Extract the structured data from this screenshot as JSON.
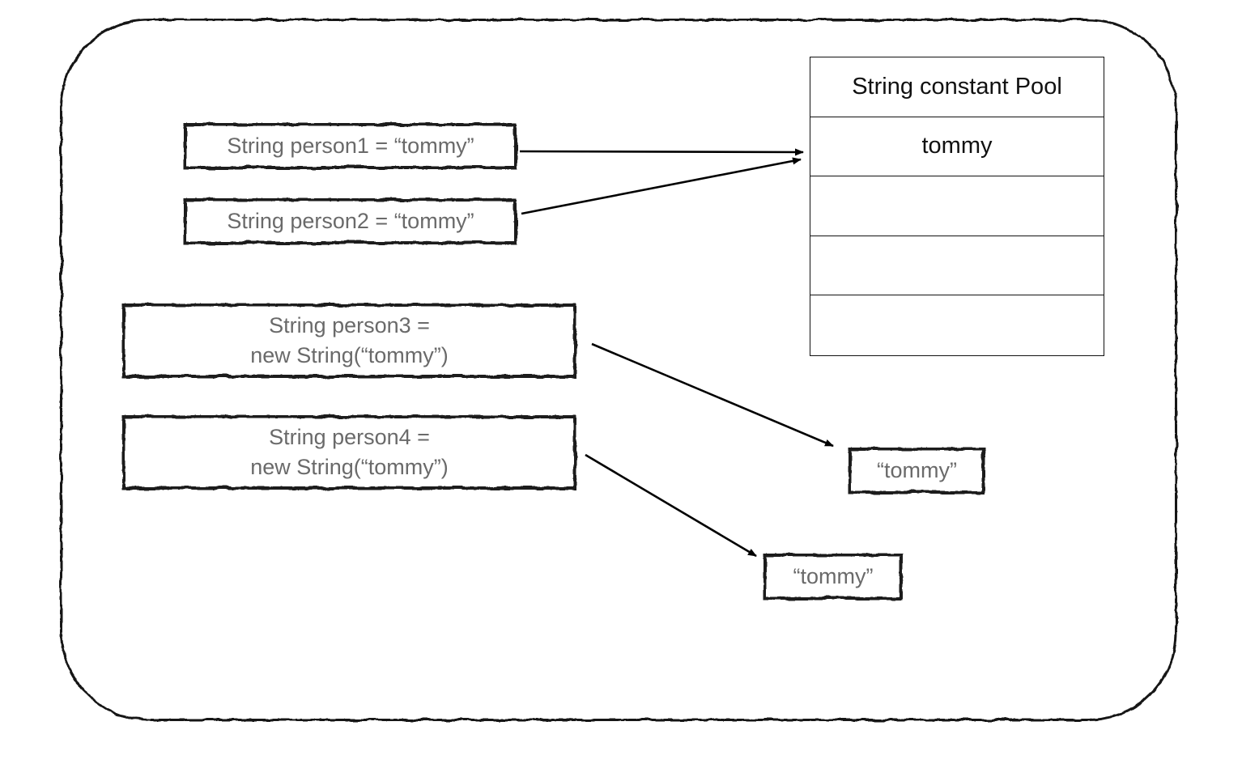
{
  "diagram": {
    "pool_table": {
      "header": "String constant Pool",
      "rows": [
        "tommy",
        "",
        "",
        ""
      ]
    },
    "code_boxes": [
      {
        "label": "String person1 = “tommy”"
      },
      {
        "label": "String person2 = “tommy”"
      },
      {
        "line1": "String person3 =",
        "line2": "new String(“tommy”)"
      },
      {
        "line1": "String person4 =",
        "line2": "new String(“tommy”)"
      }
    ],
    "heap_objects": [
      {
        "label": "“tommy”"
      },
      {
        "label": "“tommy”"
      }
    ],
    "colors": {
      "border": "#161616",
      "label_text": "#6a6a6a",
      "pool_text": "#111111",
      "background": "#ffffff",
      "arrow": "#000000"
    }
  }
}
